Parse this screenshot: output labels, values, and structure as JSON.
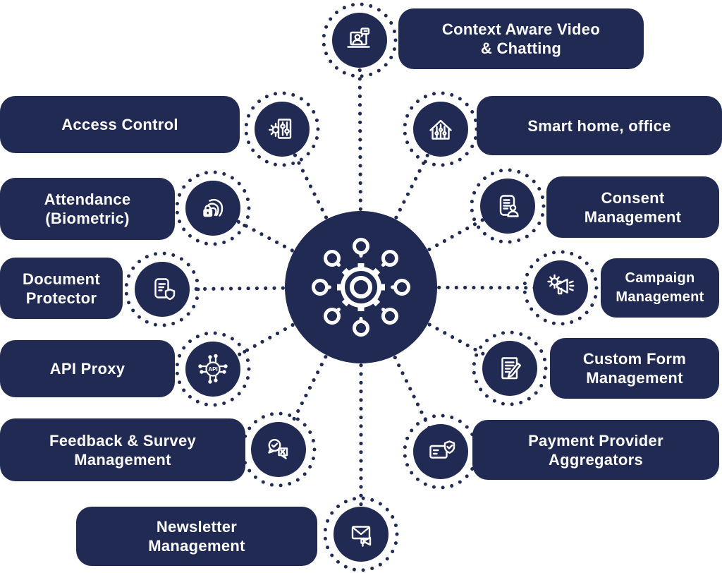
{
  "colors": {
    "navy": "#212a52",
    "text": "#fcfcfd",
    "background": "#ffffff"
  },
  "center": {
    "icon": "gear-network-icon"
  },
  "nodes": [
    {
      "id": "context-aware-video-chatting",
      "icon": "video-chat-icon",
      "line1": "Context Aware Video",
      "line2": "& Chatting"
    },
    {
      "id": "access-control",
      "icon": "settings-sliders-icon",
      "line1": "Access Control",
      "line2": ""
    },
    {
      "id": "smart-home-office",
      "icon": "smart-home-icon",
      "line1": "Smart home, office",
      "line2": ""
    },
    {
      "id": "attendance-biometric",
      "icon": "fingerprint-lock-icon",
      "line1": "Attendance",
      "line2": "(Biometric)"
    },
    {
      "id": "consent-management",
      "icon": "consent-document-icon",
      "line1": "Consent",
      "line2": "Management"
    },
    {
      "id": "document-protector",
      "icon": "document-shield-icon",
      "line1": "Document",
      "line2": "Protector"
    },
    {
      "id": "campaign-management",
      "icon": "campaign-megaphone-icon",
      "line1": "Campaign",
      "line2": "Management"
    },
    {
      "id": "api-proxy",
      "icon": "api-chip-icon",
      "line1": "API Proxy",
      "line2": ""
    },
    {
      "id": "custom-form-management",
      "icon": "form-edit-icon",
      "line1": "Custom Form",
      "line2": "Management"
    },
    {
      "id": "feedback-survey-management",
      "icon": "feedback-chat-icon",
      "line1": "Feedback & Survey",
      "line2": "Management"
    },
    {
      "id": "payment-provider-aggregators",
      "icon": "payment-shield-icon",
      "line1": "Payment Provider",
      "line2": "Aggregators"
    },
    {
      "id": "newsletter-management",
      "icon": "newsletter-mail-icon",
      "line1": "Newsletter",
      "line2": "Management"
    }
  ]
}
